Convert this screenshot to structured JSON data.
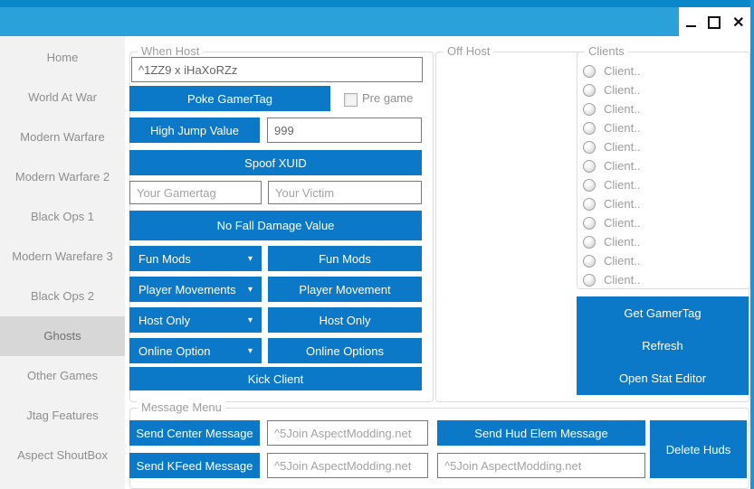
{
  "window": {
    "icons": {
      "minimize": "minimize-bar",
      "maximize": "maximize-square",
      "close": "✕"
    }
  },
  "sidebar": {
    "items": [
      {
        "label": "Home",
        "selected": false
      },
      {
        "label": "World At War",
        "selected": false
      },
      {
        "label": "Modern Warfare",
        "selected": false
      },
      {
        "label": "Modern Warfare 2",
        "selected": false
      },
      {
        "label": "Black Ops 1",
        "selected": false
      },
      {
        "label": "Modern Warefare 3",
        "selected": false
      },
      {
        "label": "Black Ops 2",
        "selected": false
      },
      {
        "label": "Ghosts",
        "selected": true
      },
      {
        "label": "Other Games",
        "selected": false
      },
      {
        "label": "Jtag Features",
        "selected": false
      },
      {
        "label": "Aspect ShoutBox",
        "selected": false
      }
    ]
  },
  "when_host": {
    "title": "When Host",
    "gamertag_value": "^1ZZ9 x iHaXoRZz",
    "poke_button": "Poke GamerTag",
    "pregame_label": "Pre game",
    "high_jump_button": "High Jump Value",
    "high_jump_value": "999",
    "spoof_button": "Spoof XUID",
    "your_gamertag_placeholder": "Your Gamertag",
    "your_victim_placeholder": "Your Victim",
    "no_fall_button": "No Fall Damage Value",
    "dropdowns": [
      {
        "label": "Fun Mods",
        "arrow": "▾"
      },
      {
        "label": "Player Movements",
        "arrow": "▾"
      },
      {
        "label": "Host Only",
        "arrow": "▾"
      },
      {
        "label": "Online Option",
        "arrow": "▾"
      }
    ],
    "action_buttons": [
      "Fun Mods",
      "Player Movement",
      "Host Only",
      "Online Options"
    ],
    "kick_button": "Kick Client"
  },
  "off_host": {
    "title": "Off Host",
    "clients": {
      "title": "Clients",
      "items": [
        "Client..",
        "Client..",
        "Client..",
        "Client..",
        "Client..",
        "Client..",
        "Client..",
        "Client..",
        "Client..",
        "Client..",
        "Client..",
        "Client.."
      ]
    },
    "actions": [
      "Get GamerTag",
      "Refresh",
      "Open Stat Editor"
    ]
  },
  "message_menu": {
    "title": "Message Menu",
    "send_center_button": "Send Center Message",
    "center_message_value": "^5Join AspectModding.net",
    "send_hud_button": "Send Hud Elem Message",
    "delete_huds_button": "Delete Huds",
    "send_kfeed_button": "Send KFeed Message",
    "kfeed_message_value": "^5Join AspectModding.net",
    "hud_message_value": "^5Join AspectModding.net"
  },
  "colors": {
    "button_blue": "#0b78c8",
    "titlebar_blue": "#2aa1d8",
    "topstrip_blue": "#0987c9",
    "sidebar_bg": "#f2f2f2",
    "sidebar_selected": "#d7d7d7"
  }
}
